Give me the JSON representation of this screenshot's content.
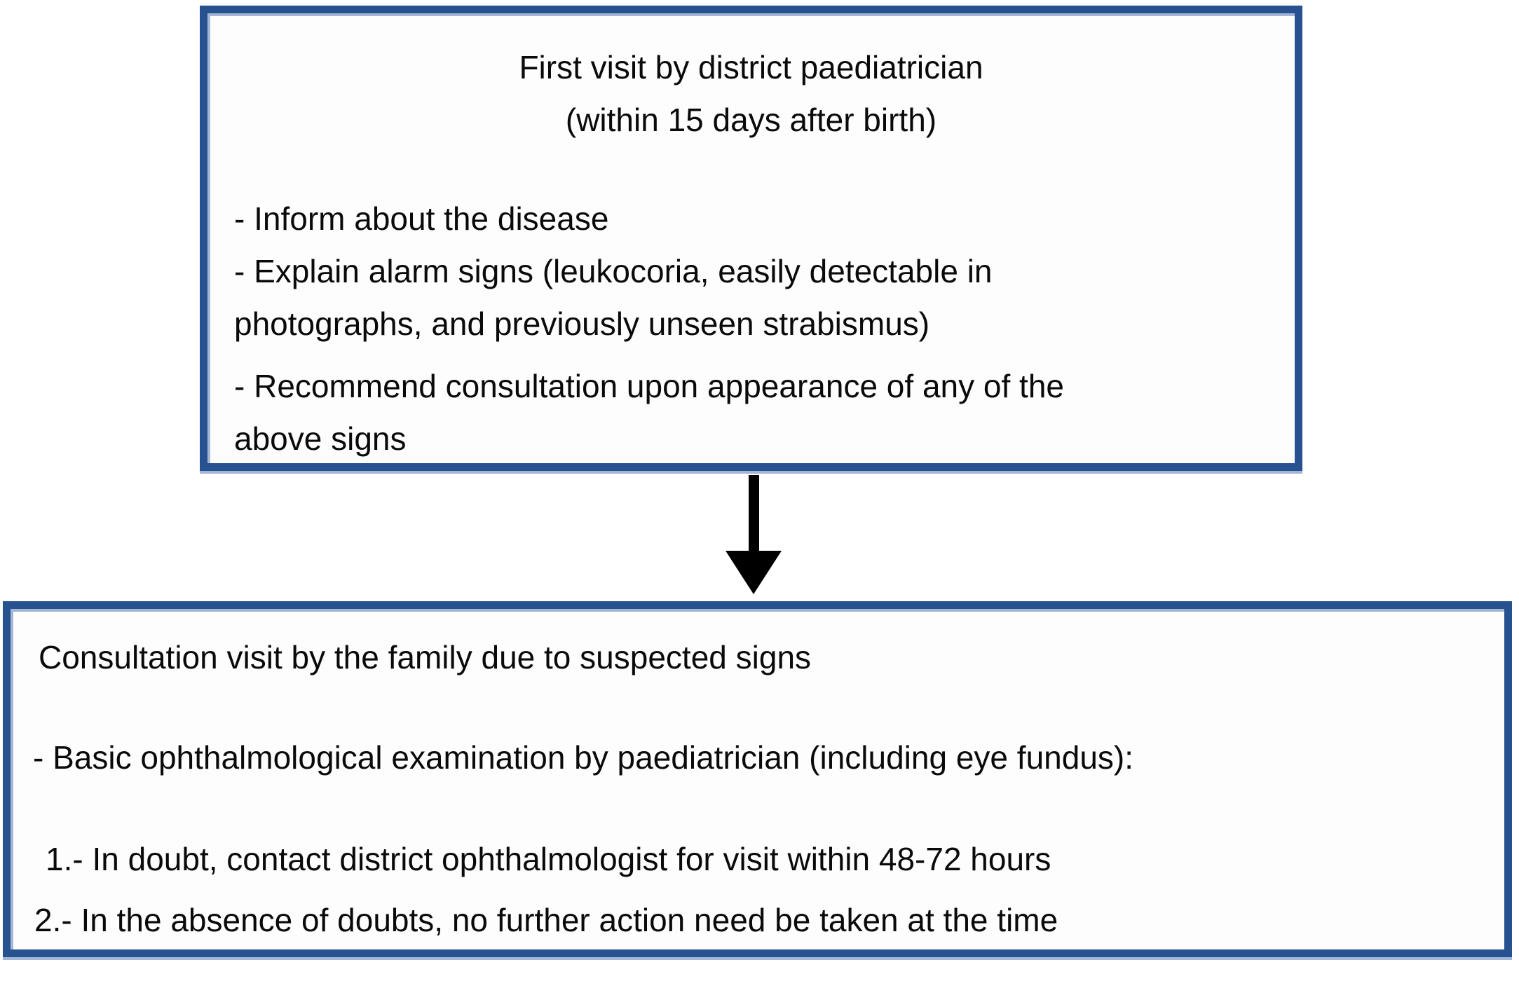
{
  "diagram": {
    "top_box": {
      "title_lines": [
        "First visit by district paediatrician",
        "(within 15 days after birth)"
      ],
      "body_lines": [
        "- Inform about the disease",
        "- Explain alarm signs (leukocoria, easily detectable in",
        "photographs, and previously unseen strabismus)",
        "- Recommend consultation upon appearance of any of the",
        "above signs"
      ]
    },
    "connector": {
      "type": "down-arrow"
    },
    "bottom_box": {
      "lines": [
        "Consultation visit by the family due to suspected signs",
        "- Basic ophthalmological examination by paediatrician (including eye fundus):",
        "1.- In doubt, contact district ophthalmologist for visit within 48-72 hours",
        "2.- In the absence of doubts, no further action need be taken at the time"
      ]
    },
    "colors": {
      "border": "#28518f",
      "bevel": "#a3b6d6",
      "text": "#0a0a0a",
      "arrow": "#000000",
      "background": "#ffffff"
    }
  }
}
